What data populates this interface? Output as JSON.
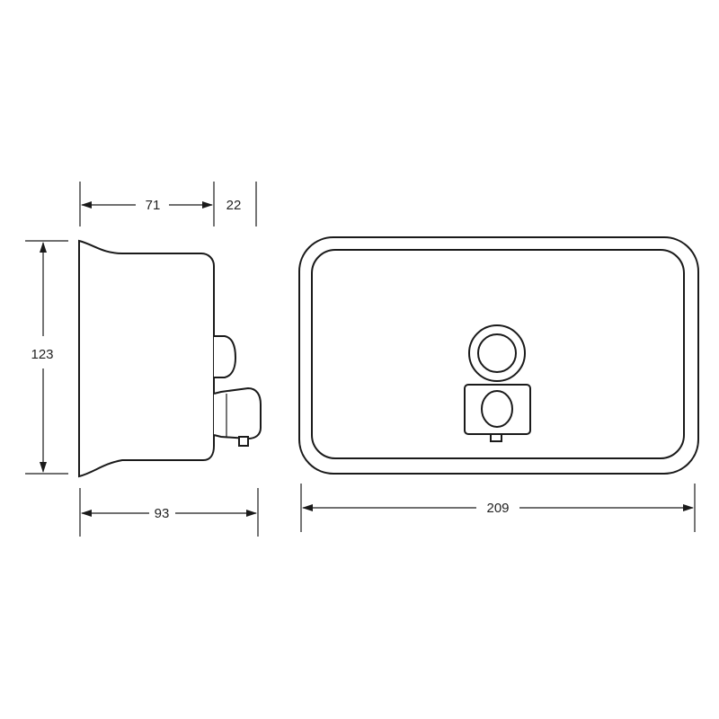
{
  "dimensions": {
    "depth_body": "71",
    "depth_button": "22",
    "height": "123",
    "depth_total": "93",
    "width": "209"
  },
  "colors": {
    "line": "#1a1a1a",
    "text": "#222222",
    "background": "#ffffff"
  }
}
